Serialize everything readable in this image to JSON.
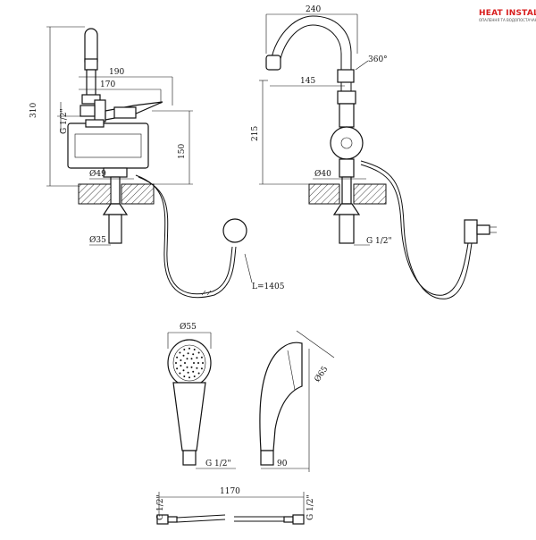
{
  "logo": {
    "text": "HEAT INSTALL",
    "subtitle": "ОПАЛЕННЯ ТА ВОДОПОСТАЧАННЯ",
    "color": "#d81e1e"
  },
  "dimensions": {
    "d190": "190",
    "d170": "170",
    "d310": "310",
    "d150": "150",
    "g12_left": "G 1/2\"",
    "d49": "Ø49",
    "d35": "Ø35",
    "l1405": "L=1405",
    "d240": "240",
    "d360": "360°",
    "d145": "145",
    "d215": "215",
    "d40": "Ø40",
    "g12_right": "G 1/2\"",
    "d55": "Ø55",
    "g12_head": "G 1/2\"",
    "d65": "Ø65",
    "d90": "90",
    "d1170": "1170",
    "g12_hose_left": "G 1/2\"",
    "g12_hose_right": "G 1/2\""
  }
}
